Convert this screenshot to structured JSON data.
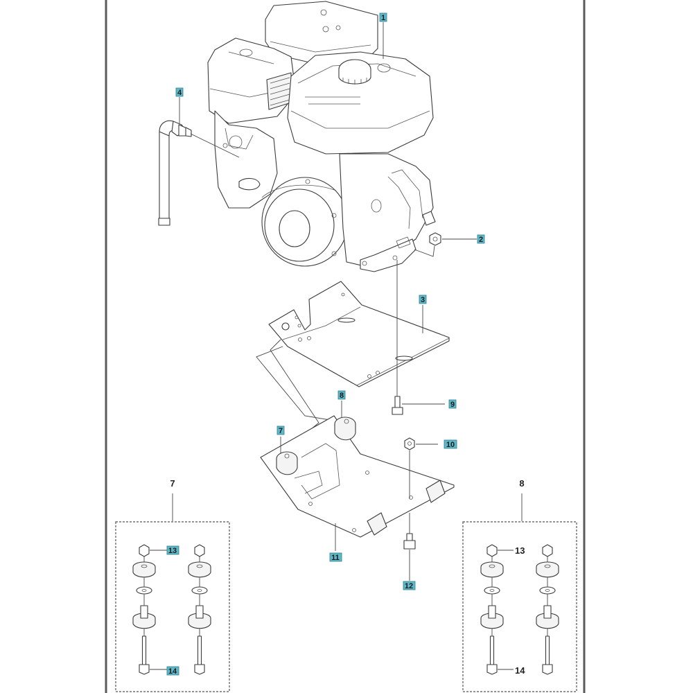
{
  "diagram": {
    "title": "Engine mounting exploded view",
    "accent_color": "#5fb8c8",
    "callouts": [
      {
        "id": "c1",
        "label": "1",
        "part": "engine"
      },
      {
        "id": "c2",
        "label": "2",
        "part": "nut"
      },
      {
        "id": "c3",
        "label": "3",
        "part": "engine-plate"
      },
      {
        "id": "c4",
        "label": "4",
        "part": "drain-hose"
      },
      {
        "id": "c7",
        "label": "7",
        "part": "vibration-damper-kit"
      },
      {
        "id": "c8",
        "label": "8",
        "part": "vibration-damper-kit"
      },
      {
        "id": "c9",
        "label": "9",
        "part": "bolt"
      },
      {
        "id": "c10",
        "label": "10",
        "part": "nut"
      },
      {
        "id": "c11",
        "label": "11",
        "part": "base-frame"
      },
      {
        "id": "c12",
        "label": "12",
        "part": "bolt"
      },
      {
        "id": "c13a",
        "label": "13",
        "part": "nut"
      },
      {
        "id": "c14a",
        "label": "14",
        "part": "bolt"
      }
    ],
    "kit_left": {
      "label": "7",
      "nut_label": "13",
      "bolt_label": "14"
    },
    "kit_right": {
      "label": "8",
      "nut_label": "13",
      "bolt_label": "14"
    }
  }
}
